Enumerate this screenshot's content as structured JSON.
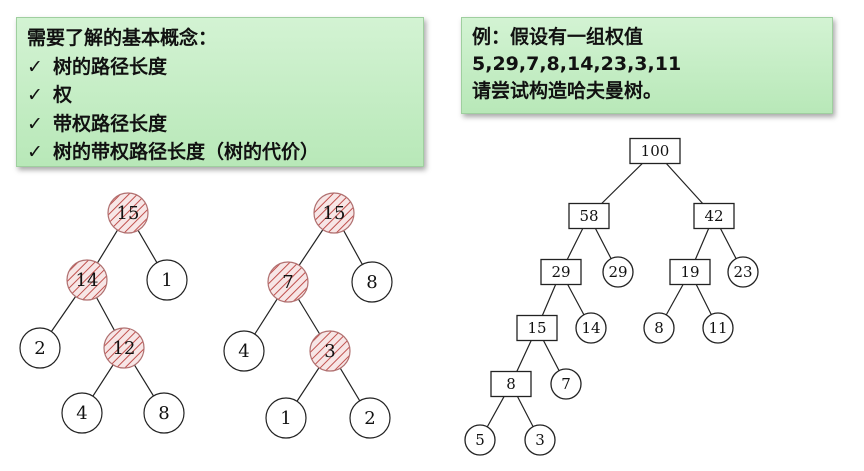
{
  "concepts": {
    "heading": "需要了解的基本概念：",
    "check_glyph": "✓",
    "items": [
      "树的路径长度",
      "权",
      "带权路径长度",
      "树的带权路径长度（树的代价）"
    ]
  },
  "example": {
    "lines": [
      "例：假设有一组权值",
      "5,29,7,8,14,23,3,11",
      "请尝试构造哈夫曼树。"
    ]
  },
  "colors": {
    "box_fill": "#c6efc6",
    "highlight_hatch": "#c0504d"
  },
  "tree_a": {
    "nodes": [
      {
        "id": "a15",
        "label": "15",
        "highlighted": true
      },
      {
        "id": "a14",
        "label": "14",
        "highlighted": true
      },
      {
        "id": "a1",
        "label": "1",
        "highlighted": false
      },
      {
        "id": "a2",
        "label": "2",
        "highlighted": false
      },
      {
        "id": "a12",
        "label": "12",
        "highlighted": true
      },
      {
        "id": "a4",
        "label": "4",
        "highlighted": false
      },
      {
        "id": "a8",
        "label": "8",
        "highlighted": false
      }
    ],
    "edges": [
      [
        "a15",
        "a14"
      ],
      [
        "a15",
        "a1"
      ],
      [
        "a14",
        "a2"
      ],
      [
        "a14",
        "a12"
      ],
      [
        "a12",
        "a4"
      ],
      [
        "a12",
        "a8"
      ]
    ]
  },
  "tree_b": {
    "nodes": [
      {
        "id": "b15",
        "label": "15",
        "highlighted": true
      },
      {
        "id": "b7",
        "label": "7",
        "highlighted": true
      },
      {
        "id": "b8",
        "label": "8",
        "highlighted": false
      },
      {
        "id": "b4",
        "label": "4",
        "highlighted": false
      },
      {
        "id": "b3",
        "label": "3",
        "highlighted": true
      },
      {
        "id": "b1",
        "label": "1",
        "highlighted": false
      },
      {
        "id": "b2",
        "label": "2",
        "highlighted": false
      }
    ],
    "edges": [
      [
        "b15",
        "b7"
      ],
      [
        "b15",
        "b8"
      ],
      [
        "b7",
        "b4"
      ],
      [
        "b7",
        "b3"
      ],
      [
        "b3",
        "b1"
      ],
      [
        "b3",
        "b2"
      ]
    ]
  },
  "huffman_tree": {
    "nodes": [
      {
        "id": "h100",
        "label": "100",
        "shape": "rect"
      },
      {
        "id": "h58",
        "label": "58",
        "shape": "rect"
      },
      {
        "id": "h42",
        "label": "42",
        "shape": "rect"
      },
      {
        "id": "h29i",
        "label": "29",
        "shape": "rect"
      },
      {
        "id": "h29",
        "label": "29",
        "shape": "circle"
      },
      {
        "id": "h19",
        "label": "19",
        "shape": "rect"
      },
      {
        "id": "h23",
        "label": "23",
        "shape": "circle"
      },
      {
        "id": "h15",
        "label": "15",
        "shape": "rect"
      },
      {
        "id": "h14",
        "label": "14",
        "shape": "circle"
      },
      {
        "id": "hc8",
        "label": "8",
        "shape": "circle"
      },
      {
        "id": "h11",
        "label": "11",
        "shape": "circle"
      },
      {
        "id": "h8i",
        "label": "8",
        "shape": "rect"
      },
      {
        "id": "h7",
        "label": "7",
        "shape": "circle"
      },
      {
        "id": "h5",
        "label": "5",
        "shape": "circle"
      },
      {
        "id": "h3",
        "label": "3",
        "shape": "circle"
      }
    ],
    "edges": [
      [
        "h100",
        "h58"
      ],
      [
        "h100",
        "h42"
      ],
      [
        "h58",
        "h29i"
      ],
      [
        "h58",
        "h29"
      ],
      [
        "h42",
        "h19"
      ],
      [
        "h42",
        "h23"
      ],
      [
        "h29i",
        "h15"
      ],
      [
        "h29i",
        "h14"
      ],
      [
        "h19",
        "hc8"
      ],
      [
        "h19",
        "h11"
      ],
      [
        "h15",
        "h8i"
      ],
      [
        "h15",
        "h7"
      ],
      [
        "h8i",
        "h5"
      ],
      [
        "h8i",
        "h3"
      ]
    ]
  }
}
